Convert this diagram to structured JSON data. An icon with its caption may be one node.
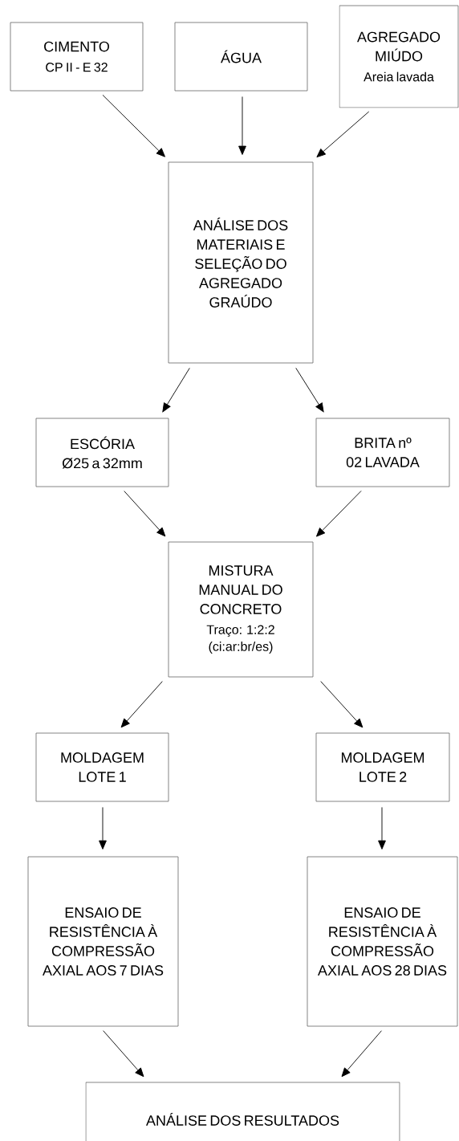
{
  "diagram": {
    "nodes": [
      {
        "text": [
          "CIMENTO",
          "CP II - E 32"
        ]
      },
      {
        "text": [
          "ÁGUA"
        ]
      },
      {
        "text": [
          "AGREGADO MIÚDO",
          "Areia lavada"
        ]
      },
      {
        "text": [
          "ANÁLISE DOS MATERIAIS E SELEÇÃO DO AGREGADO GRAÚDO"
        ]
      },
      {
        "text": [
          "ESCÓRIA Ø25 a 32mm"
        ]
      },
      {
        "text": [
          "BRITA nº 02 LAVADA"
        ]
      },
      {
        "text": [
          "MISTURA MANUAL DO CONCRETO",
          "Traço: 1:2:2 (ci:ar:br/es)"
        ]
      },
      {
        "text": [
          "MOLDAGEM LOTE 1"
        ]
      },
      {
        "text": [
          "MOLDAGEM LOTE 2"
        ]
      },
      {
        "text": [
          "ENSAIO DE RESISTÊNCIA À COMPRESSÃO AXIAL AOS 7 DIAS"
        ]
      },
      {
        "text": [
          "ENSAIO DE RESISTÊNCIA À COMPRESSÃO AXIAL AOS 28 DIAS"
        ]
      },
      {
        "text": [
          "ANÁLISE DOS RESULTADOS"
        ]
      }
    ],
    "edges": [
      {
        "from": 0,
        "to": 3,
        "arrow": "to"
      },
      {
        "from": 1,
        "to": 3,
        "arrow": "to"
      },
      {
        "from": 2,
        "to": 3,
        "arrow": "to"
      },
      {
        "from": 3,
        "to": 4,
        "arrow": "to"
      },
      {
        "from": 3,
        "to": 5,
        "arrow": "to"
      },
      {
        "from": 4,
        "to": 6,
        "arrow": "to"
      },
      {
        "from": 5,
        "to": 6,
        "arrow": "to"
      },
      {
        "from": 6,
        "to": 7,
        "arrow": "to"
      },
      {
        "from": 6,
        "to": 8,
        "arrow": "to"
      },
      {
        "from": 7,
        "to": 9,
        "arrow": "to"
      },
      {
        "from": 8,
        "to": 10,
        "arrow": "to"
      },
      {
        "from": 9,
        "to": 11,
        "arrow": "to"
      },
      {
        "from": 10,
        "to": 11,
        "arrow": "to"
      }
    ]
  }
}
